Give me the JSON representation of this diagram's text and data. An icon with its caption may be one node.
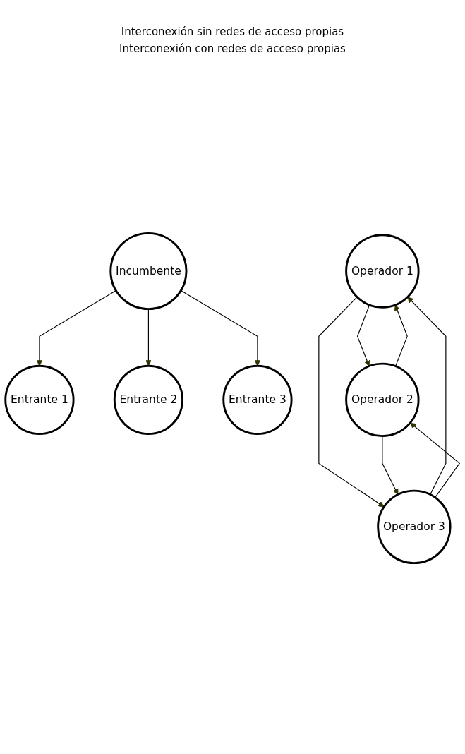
{
  "diagram": {
    "nodes": [
      {
        "text": [
          "Incumbente"
        ]
      },
      {
        "text": [
          "Entrante 1"
        ]
      },
      {
        "text": [
          "Entrante 2"
        ]
      },
      {
        "text": [
          "Entrante 3"
        ]
      },
      {
        "text": [
          "Operador 1"
        ]
      },
      {
        "text": [
          "Operador 2"
        ]
      },
      {
        "text": [
          "Operador 3"
        ]
      }
    ],
    "edges": [
      {
        "from": 0,
        "to": 1,
        "arrow": "to"
      },
      {
        "from": 0,
        "to": 2,
        "arrow": "to"
      },
      {
        "from": 0,
        "to": 3,
        "arrow": "to"
      },
      {
        "from": 5,
        "to": 4,
        "arrow": "to"
      },
      {
        "from": 4,
        "to": 5,
        "arrow": "to"
      },
      {
        "from": 6,
        "to": 4,
        "arrow": "to"
      },
      {
        "from": 4,
        "to": 6,
        "arrow": "to"
      },
      {
        "from": 6,
        "to": 5,
        "arrow": "to"
      },
      {
        "from": 5,
        "to": 6,
        "arrow": "to"
      }
    ],
    "labels": [
      "Interconexión sin redes de acceso propias",
      "Interconexión con redes de acceso propias"
    ]
  }
}
